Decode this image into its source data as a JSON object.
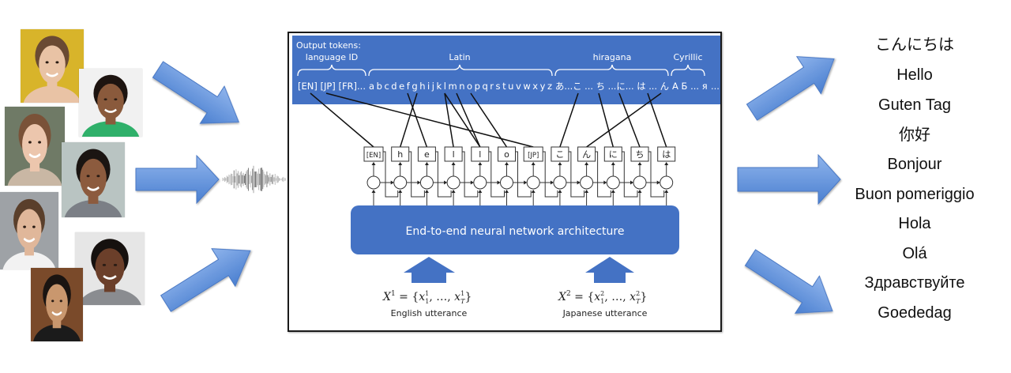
{
  "speakers": [
    {
      "name": "speaker-1",
      "bg": "#d8b42a",
      "skin": "#e9c3a5",
      "hair": "#6a4a33",
      "shirt": "#e9c3a5"
    },
    {
      "name": "speaker-2",
      "bg": "#f1f1f1",
      "skin": "#8a5a3c",
      "hair": "#1d1410",
      "shirt": "#2fb06a"
    },
    {
      "name": "speaker-3",
      "bg": "#6f7a66",
      "skin": "#ecc6ad",
      "hair": "#7a5238",
      "shirt": "#c9b7a4"
    },
    {
      "name": "speaker-4",
      "bg": "#b9c4c2",
      "skin": "#8c5b3e",
      "hair": "#1b1512",
      "shirt": "#7b7f86"
    },
    {
      "name": "speaker-5",
      "bg": "#9ea2a6",
      "skin": "#e0b79a",
      "hair": "#5a3f2b",
      "shirt": "#f2f2f2"
    },
    {
      "name": "speaker-6",
      "bg": "#e6e6e6",
      "skin": "#6b3f2a",
      "hair": "#16110f",
      "shirt": "#8a8c90"
    },
    {
      "name": "speaker-7",
      "bg": "#7a4a2a",
      "skin": "#c9976e",
      "hair": "#1a1411",
      "shirt": "#1b1b1b"
    }
  ],
  "colors": {
    "accent_blue": "#4472c4",
    "arrow_blue": "#5b8fd9",
    "frame_border": "#1a1a1a",
    "text_dark": "#111111"
  },
  "diagram": {
    "header": {
      "title_line1": "Output tokens:",
      "groups": [
        {
          "label": "language ID",
          "tokens": "[EN] [JP] [FR]..."
        },
        {
          "label": "Latin",
          "tokens": "a b c d e f g h i j k l m n o p q r s t u v w x y z"
        },
        {
          "label": "hiragana",
          "tokens": "あ...こ ... ち ...に... は ... ん"
        },
        {
          "label": "Cyrillic",
          "tokens": "А Б ... я"
        }
      ],
      "trailing": "..."
    },
    "output_sequence": [
      "[EN]",
      "h",
      "e",
      "l",
      "l",
      "o",
      "[JP]",
      "こ",
      "ん",
      "に",
      "ち",
      "は"
    ],
    "network_label": "End-to-end neural network architecture",
    "inputs": [
      {
        "formula": "X¹ = {x¹₁, …, x¹T}",
        "sym": "X",
        "sup": "1",
        "caption": "English utterance"
      },
      {
        "formula": "X² = {x²₁, …, x²T}",
        "sym": "X",
        "sup": "2",
        "caption": "Japanese utterance"
      }
    ]
  },
  "greetings": [
    "こんにちは",
    "Hello",
    "Guten Tag",
    "你好",
    "Bonjour",
    "Buon pomeriggio",
    "Hola",
    "Olá",
    "Здравствуйте",
    "Goededag"
  ]
}
